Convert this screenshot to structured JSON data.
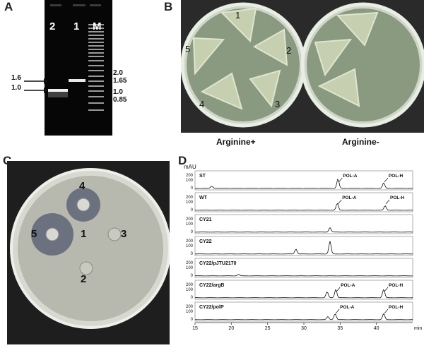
{
  "panels": {
    "a": {
      "letter": "A",
      "lanes": [
        "2",
        "1",
        "M"
      ],
      "left_markers": [
        "1.6",
        "1.0"
      ],
      "right_markers": [
        "2.0",
        "1.65",
        "1.0",
        "0.85"
      ]
    },
    "b": {
      "letter": "B",
      "plate_left_label": "Arginine+",
      "plate_right_label": "Arginine-",
      "sector_numbers": [
        "1",
        "2",
        "3",
        "4",
        "5"
      ]
    },
    "c": {
      "letter": "C",
      "well_numbers": [
        "1",
        "2",
        "3",
        "4",
        "5"
      ]
    },
    "d": {
      "letter": "D",
      "y_unit": "mAU",
      "x_unit": "min",
      "x_ticks": [
        "15",
        "20",
        "25",
        "30",
        "35",
        "40"
      ],
      "y_ticks": [
        "200",
        "100",
        "0"
      ],
      "traces": [
        {
          "name": "ST",
          "peaks": [
            "POL-A",
            "POL-H"
          ]
        },
        {
          "name": "WT",
          "peaks": [
            "POL-A",
            "POL-H"
          ]
        },
        {
          "name": "CY21",
          "peaks": []
        },
        {
          "name": "CY22",
          "peaks": []
        },
        {
          "name": "CY22/pJTU2170",
          "peaks": []
        },
        {
          "name": "CY22/argB",
          "peaks": [
            "POL-A",
            "POL-H"
          ]
        },
        {
          "name": "CY22/polP",
          "peaks": [
            "POL-A",
            "POL-H"
          ]
        }
      ]
    }
  },
  "colors": {
    "plate_background": "#2a2a2a",
    "agar_green": "#b8c7a3",
    "trace_line": "#111111",
    "gel_band": "#f2f2f2"
  },
  "chart_data": {
    "type": "line",
    "xlabel": "min",
    "ylabel": "mAU",
    "xlim": [
      15,
      45
    ],
    "series": [
      {
        "name": "ST",
        "values": [
          [
            17.3,
            45
          ],
          [
            34.7,
            190
          ],
          [
            41,
            110
          ]
        ]
      },
      {
        "name": "WT",
        "values": [
          [
            34.6,
            140
          ],
          [
            41.2,
            90
          ]
        ]
      },
      {
        "name": "CY21",
        "values": [
          [
            33.6,
            90
          ]
        ]
      },
      {
        "name": "CY22",
        "values": [
          [
            28.9,
            100
          ],
          [
            33.6,
            260
          ]
        ]
      },
      {
        "name": "CY22/pJTU2170",
        "values": [
          [
            21,
            30
          ]
        ]
      },
      {
        "name": "CY22/argB",
        "values": [
          [
            33.2,
            120
          ],
          [
            34.4,
            170
          ],
          [
            41,
            170
          ]
        ]
      },
      {
        "name": "CY22/polP",
        "values": [
          [
            33.3,
            60
          ],
          [
            34.3,
            120
          ],
          [
            41,
            120
          ]
        ]
      }
    ]
  }
}
